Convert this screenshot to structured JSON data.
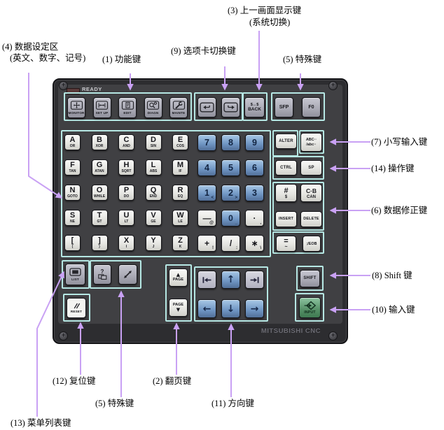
{
  "annotations": {
    "l4a": "(4) 数据设定区",
    "l4b": "(英文、数字、记号)",
    "l1": "(1) 功能键",
    "l9": "(9) 选项卡切换键",
    "l3a": "(3) 上一画面显示键",
    "l3b": "(系统切换)",
    "l5t": "(5) 特殊键",
    "l7": "(7) 小写输入键",
    "l14": "(14) 操作键",
    "l6": "(6) 数据修正键",
    "l8": "(8) Shift 键",
    "l10": "(10) 输入键",
    "l12": "(12) 复位键",
    "l5b": "(5) 特殊键",
    "l2": "(2) 翻页键",
    "l11": "(11) 方向键",
    "l13": "(13) 菜单列表键"
  },
  "panel": {
    "ready_label": "READY",
    "brand": "MITSUBISHI CNC"
  },
  "keys": {
    "function_row": [
      {
        "name": "monitor",
        "label": "MONITOR",
        "icon": "monitor"
      },
      {
        "name": "setup",
        "label": "SET UP",
        "icon": "ruler"
      },
      {
        "name": "edit",
        "label": "EDIT",
        "icon": "doc"
      },
      {
        "name": "diagn",
        "label": "DIAGN",
        "icon": "magnifier-gear"
      },
      {
        "name": "mainte",
        "label": "MAINTE",
        "icon": "wrench"
      }
    ],
    "tab_keys": [
      {
        "name": "tab-prev",
        "icon": "tab-left"
      },
      {
        "name": "tab-next",
        "icon": "tab-right"
      }
    ],
    "back_key": {
      "top": "$↔$",
      "label": "BACK"
    },
    "special_top": [
      {
        "name": "sfp",
        "label": "SFP"
      },
      {
        "name": "f0",
        "label": "F0"
      }
    ],
    "alpha": [
      [
        {
          "m": "A",
          "s": "OR"
        },
        {
          "m": "B",
          "s": "XOR"
        },
        {
          "m": "C",
          "s": "AND"
        },
        {
          "m": "D",
          "s": "SIN"
        },
        {
          "m": "E",
          "s": "COS"
        }
      ],
      [
        {
          "m": "F",
          "s": "TAN"
        },
        {
          "m": "G",
          "s": "ATAN"
        },
        {
          "m": "H",
          "s": "SQRT"
        },
        {
          "m": "L",
          "s": "ABS"
        },
        {
          "m": "M",
          "s": "IF"
        }
      ],
      [
        {
          "m": "N",
          "s": "GOTO"
        },
        {
          "m": "O",
          "s": "WHILE"
        },
        {
          "m": "P",
          "s": "DO"
        },
        {
          "m": "Q",
          "s": "END"
        },
        {
          "m": "R",
          "s": "EQ"
        }
      ],
      [
        {
          "m": "S",
          "s": "NE"
        },
        {
          "m": "T",
          "s": "GT"
        },
        {
          "m": "U",
          "s": "LT"
        },
        {
          "m": "V",
          "s": "GE"
        },
        {
          "m": "W",
          "s": "LE"
        }
      ],
      [
        {
          "m": "[",
          "s": "("
        },
        {
          "m": "]",
          "s": ")"
        },
        {
          "m": "X",
          "s": "I"
        },
        {
          "m": "Y",
          "s": "J"
        },
        {
          "m": "Z",
          "s": "K"
        }
      ]
    ],
    "numpad": [
      [
        {
          "m": "7",
          "c": "blue"
        },
        {
          "m": "8",
          "c": "blue"
        },
        {
          "m": "9",
          "c": "blue"
        }
      ],
      [
        {
          "m": "4",
          "c": "blue"
        },
        {
          "m": "5",
          "c": "blue"
        },
        {
          "m": "6",
          "c": "blue"
        }
      ],
      [
        {
          "m": "1",
          "s": "<",
          "c": "blue"
        },
        {
          "m": "2",
          "s": ">",
          "c": "blue"
        },
        {
          "m": "3",
          "c": "blue"
        }
      ],
      [
        {
          "m": "—",
          "s": "@",
          "c": "white"
        },
        {
          "m": "0",
          "s": "_",
          "c": "blue"
        },
        {
          "m": "·",
          "s": ",",
          "c": "white"
        }
      ],
      [
        {
          "m": "+",
          "s": "!",
          "c": "white"
        },
        {
          "m": "/",
          "s": ":",
          "c": "white"
        },
        {
          "m": "∗",
          "s": "\\",
          "c": "white"
        }
      ]
    ],
    "eob_row": [
      {
        "name": "equals",
        "m": "=",
        "s": "~"
      },
      {
        "name": "eob",
        "label": ";/EOB"
      }
    ],
    "right_pad": [
      {
        "name": "alter",
        "label": "ALTER"
      },
      {
        "name": "case-toggle",
        "line1": "ABC··",
        "line2": "/abc··"
      },
      {
        "name": "ctrl",
        "label": "CTRL"
      },
      {
        "name": "sp",
        "label": "SP"
      },
      {
        "name": "hash",
        "m": "#",
        "s": "$"
      },
      {
        "name": "cancel",
        "m": "C·B",
        "s": "CAN"
      },
      {
        "name": "insert",
        "label": "INSERT"
      },
      {
        "name": "delete",
        "label": "DELETE"
      }
    ],
    "bottom_left": [
      {
        "name": "menu-list",
        "label": "LIST",
        "icon": "list-monitor"
      },
      {
        "name": "help",
        "label": "?",
        "icon": "windows"
      },
      {
        "name": "expand",
        "icon": "diagonal-arrows"
      }
    ],
    "reset_key": {
      "label": "RESET",
      "icon": "double-slash"
    },
    "page_keys": [
      {
        "name": "page-up",
        "label": "PAGE",
        "arrow": "▲",
        "arrow_pos": "top"
      },
      {
        "name": "page-down",
        "label": "PAGE",
        "arrow": "▼",
        "arrow_pos": "bottom"
      }
    ],
    "cursor_keys": [
      {
        "name": "cursor-left-bar",
        "icon": "arrow-left-bar",
        "c": "grayblue"
      },
      {
        "name": "cursor-up",
        "glyph": "↑",
        "c": "blue"
      },
      {
        "name": "cursor-right-bar",
        "icon": "arrow-right-bar",
        "c": "grayblue"
      },
      {
        "name": "cursor-left",
        "glyph": "←",
        "c": "blue"
      },
      {
        "name": "cursor-down",
        "glyph": "↓",
        "c": "blue"
      },
      {
        "name": "cursor-right",
        "glyph": "→",
        "c": "blue"
      }
    ],
    "shift_key": {
      "label": "SHIFT"
    },
    "input_key": {
      "label": "INPUT",
      "icon": "input-diamond"
    }
  },
  "colors": {
    "arrow": "#c9a1f4",
    "group_outline": "#b6e8e4",
    "key_blue": "#6e94c2",
    "key_green": "#569067",
    "panel": "#404043"
  }
}
